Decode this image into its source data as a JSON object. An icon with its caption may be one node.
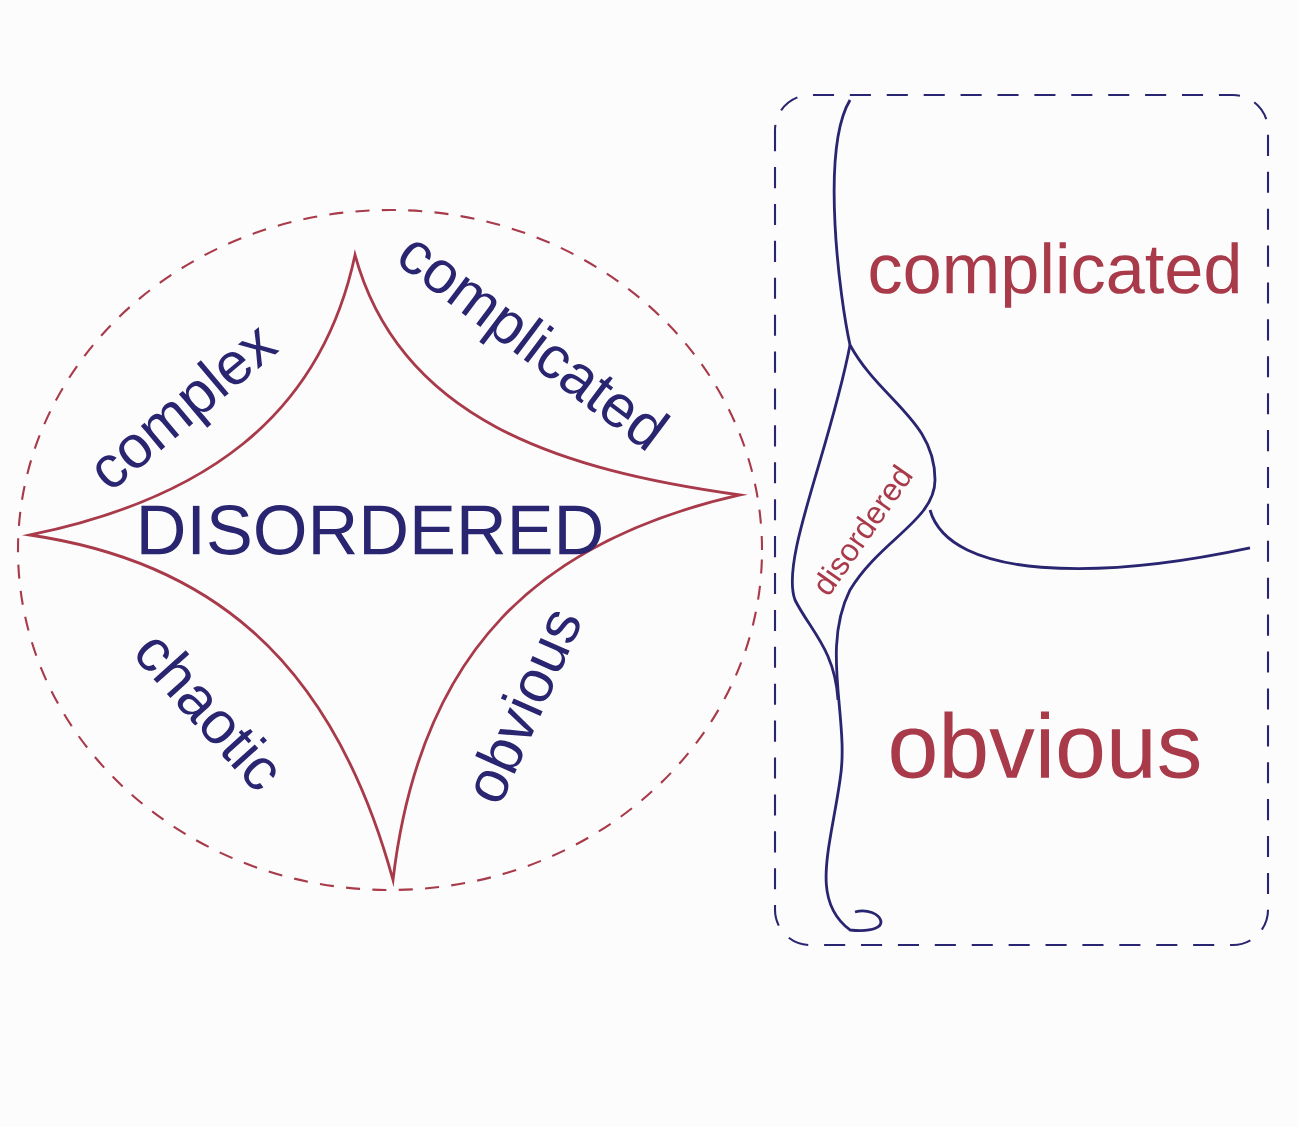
{
  "diagram": {
    "labels": [
      "complex",
      "complicated",
      "DISORDERED",
      "chaotic",
      "obvious",
      "complicated",
      "disordered",
      "obvious"
    ]
  }
}
